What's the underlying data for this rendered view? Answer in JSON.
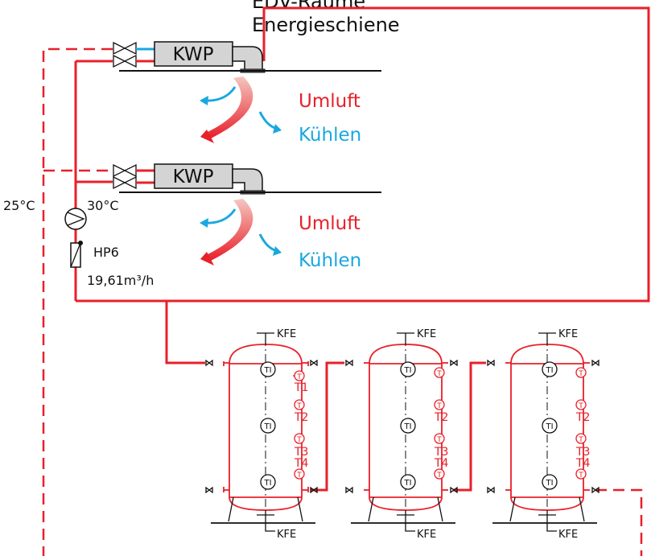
{
  "header": {
    "line1": "EDV-Räume",
    "line2": "Energieschiene"
  },
  "units": [
    {
      "label": "KWP",
      "air_label": "Umluft",
      "cool_label": "Kühlen"
    },
    {
      "label": "KWP",
      "air_label": "Umluft",
      "cool_label": "Kühlen"
    }
  ],
  "pump": {
    "return_temp": "25°C",
    "supply_temp": "30°C",
    "name": "HP6",
    "flow": "19,61m³/h"
  },
  "tanks": [
    {
      "top_label": "KFE",
      "bottom_label": "KFE",
      "sensor_label": "TI",
      "probe_symbol": "T",
      "probes": [
        "T1",
        "T2",
        "T3",
        "T4"
      ]
    },
    {
      "top_label": "KFE",
      "bottom_label": "KFE",
      "sensor_label": "TI",
      "probe_symbol": "T",
      "probes": [
        "T2",
        "T3",
        "T4"
      ]
    },
    {
      "top_label": "KFE",
      "bottom_label": "KFE",
      "sensor_label": "TI",
      "probe_symbol": "T",
      "probes": [
        "T2",
        "T3",
        "T4"
      ]
    }
  ],
  "colors": {
    "pipe": "#e8202a",
    "cooling": "#1aa7e0",
    "unit_fill": "#d4d4d4",
    "line": "#111111"
  }
}
